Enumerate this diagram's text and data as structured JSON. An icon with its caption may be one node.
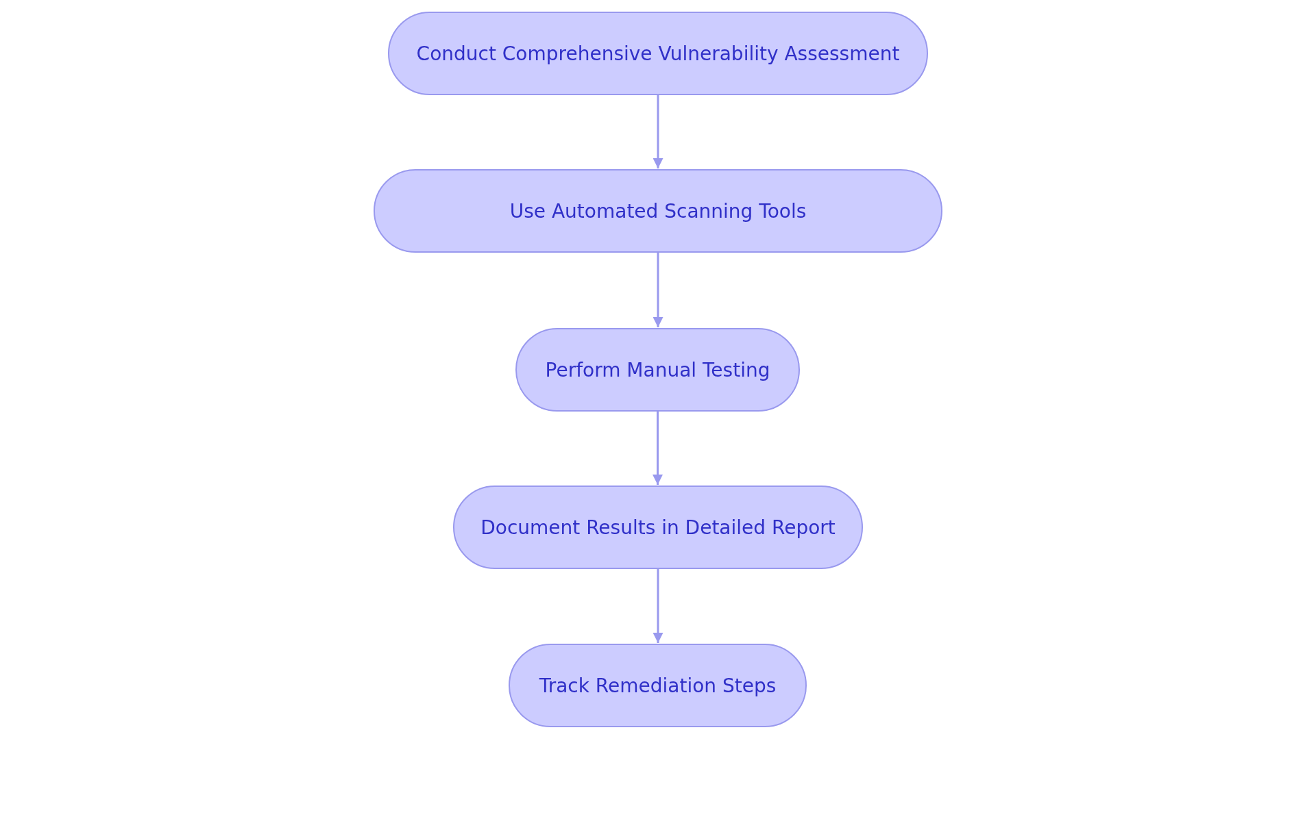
{
  "diagram": {
    "nodes": [
      {
        "text": [
          "Conduct Comprehensive Vulnerability Assessment"
        ]
      },
      {
        "text": [
          "Use Automated Scanning Tools"
        ]
      },
      {
        "text": [
          "Perform Manual Testing"
        ]
      },
      {
        "text": [
          "Document Results in Detailed Report"
        ]
      },
      {
        "text": [
          "Track Remediation Steps"
        ]
      }
    ],
    "edges": [
      {
        "from": 0,
        "to": 1,
        "arrow": "to"
      },
      {
        "from": 1,
        "to": 2,
        "arrow": "to"
      },
      {
        "from": 2,
        "to": 3,
        "arrow": "to"
      },
      {
        "from": 3,
        "to": 4,
        "arrow": "to"
      }
    ]
  }
}
